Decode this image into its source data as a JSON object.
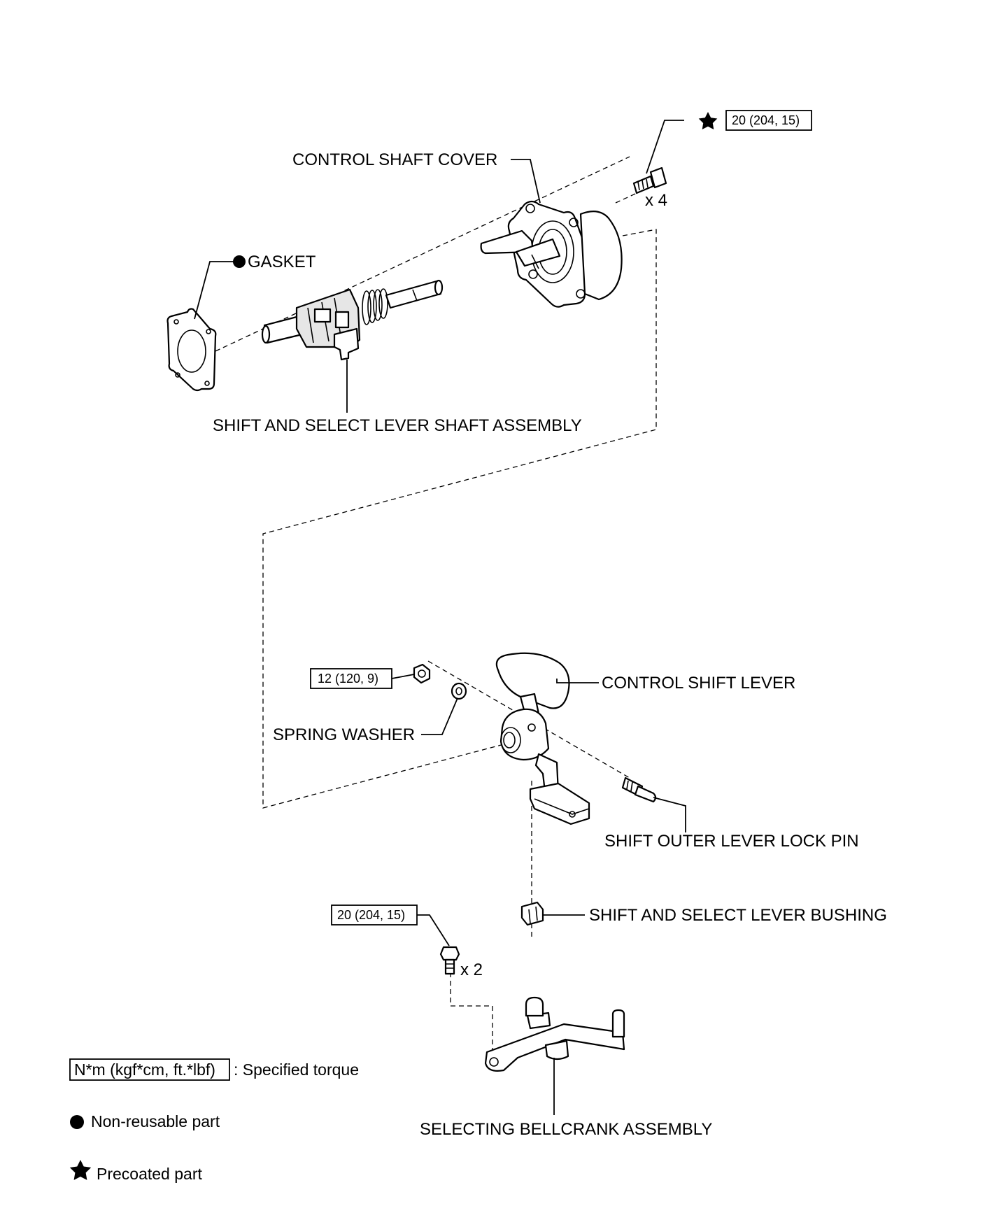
{
  "labels": {
    "control_shaft_cover": "CONTROL SHAFT COVER",
    "gasket": "GASKET",
    "shift_select_shaft_assembly": "SHIFT AND SELECT LEVER SHAFT ASSEMBLY",
    "control_shift_lever": "CONTROL SHIFT LEVER",
    "spring_washer": "SPRING WASHER",
    "shift_outer_lever_lock_pin": "SHIFT OUTER LEVER LOCK PIN",
    "shift_select_lever_bushing": "SHIFT AND SELECT LEVER BUSHING",
    "selecting_bellcrank_assembly": "SELECTING BELLCRANK ASSEMBLY"
  },
  "torque_specs": {
    "cover_bolts": "20 (204, 15)",
    "lever_nut": "12 (120, 9)",
    "bellcrank_bolts": "20 (204, 15)"
  },
  "quantities": {
    "cover_bolts": "x 4",
    "bellcrank_bolts": "x 2"
  },
  "legend": {
    "torque_unit": "N*m (kgf*cm, ft.*lbf)",
    "torque_desc": ": Specified torque",
    "non_reusable": "Non-reusable part",
    "precoated": "Precoated part"
  },
  "icons": {
    "non_reusable": "filled-circle-icon",
    "precoated": "star-icon"
  }
}
